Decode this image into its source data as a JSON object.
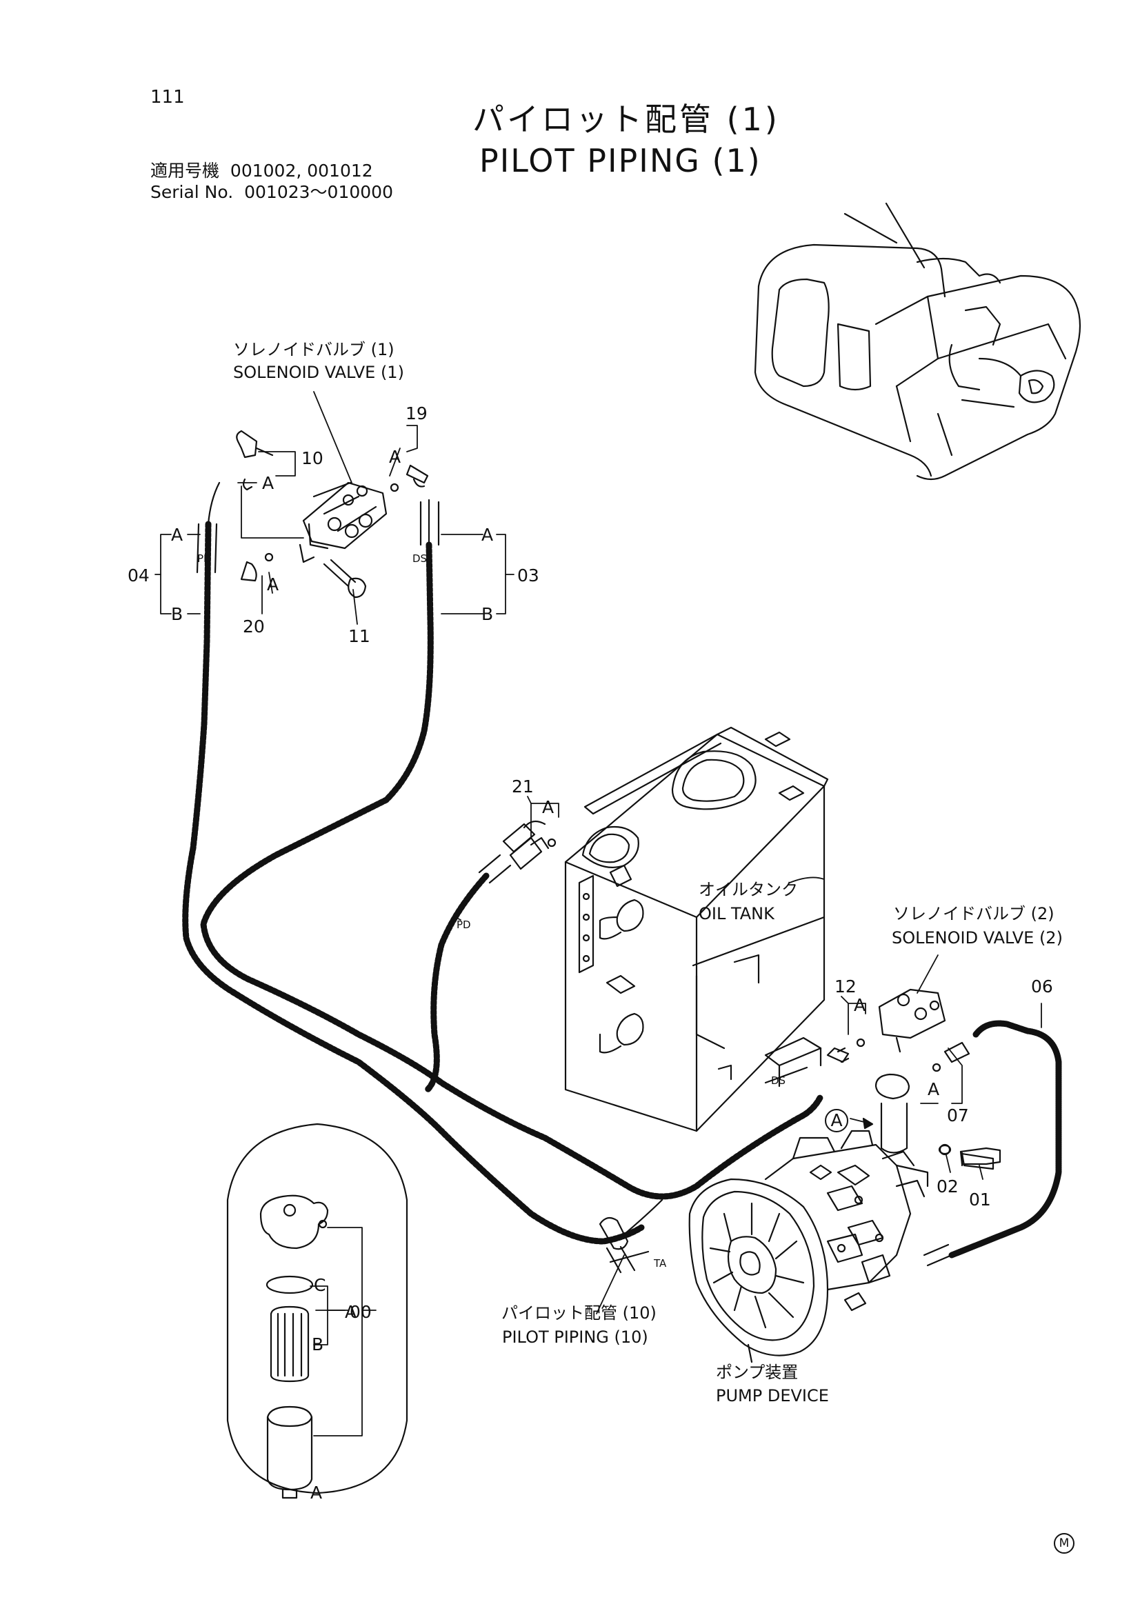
{
  "page_number": "111",
  "title": {
    "japanese": "パイロット配管 (1)",
    "english": "PILOT PIPING (1)"
  },
  "applicability": {
    "label_jp": "適用号機",
    "models": "001002, 001012",
    "serial_label": "Serial No.",
    "serial_range": "001023～010000"
  },
  "components": {
    "solenoid_valve_1": {
      "jp": "ソレノイドバルブ (1)",
      "en": "SOLENOID VALVE (1)"
    },
    "solenoid_valve_2": {
      "jp": "ソレノイドバルブ (2)",
      "en": "SOLENOID VALVE (2)"
    },
    "oil_tank": {
      "jp": "オイルタンク",
      "en": "OIL TANK"
    },
    "pilot_piping_10": {
      "jp": "パイロット配管 (10)",
      "en": "PILOT PIPING (10)"
    },
    "pump_device": {
      "jp": "ポンプ装置",
      "en": "PUMP DEVICE"
    }
  },
  "part_numbers": {
    "p19": "19",
    "p10": "10",
    "p04": "04",
    "p03": "03",
    "p20": "20",
    "p11": "11",
    "p21": "21",
    "p12": "12",
    "p06": "06",
    "p07": "07",
    "p02": "02",
    "p01": "01",
    "p00": "00"
  },
  "callouts": {
    "a": "A",
    "b": "B",
    "c": "C"
  },
  "port_labels": {
    "pd": "PD",
    "ds": "DS",
    "ta": "TA"
  },
  "footer_mark": "M"
}
